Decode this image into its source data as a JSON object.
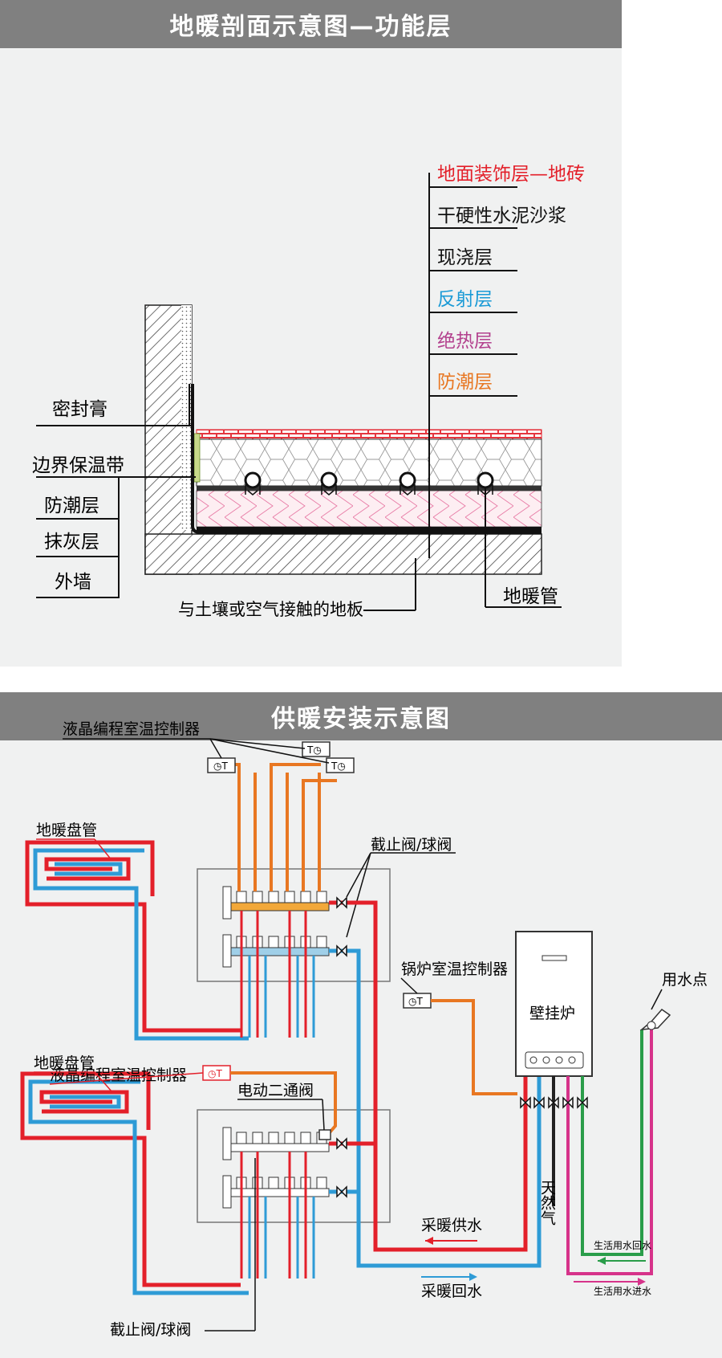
{
  "section1": {
    "title": "地暖剖面示意图—功能层",
    "right_layers": [
      {
        "label": "地面装饰层—地砖",
        "color": "#e3202a"
      },
      {
        "label": "干硬性水泥沙浆",
        "color": "#111111"
      },
      {
        "label": "现浇层",
        "color": "#111111"
      },
      {
        "label": "反射层",
        "color": "#1a9ad6"
      },
      {
        "label": "绝热层",
        "color": "#b3418e"
      },
      {
        "label": "防潮层",
        "color": "#e87722"
      }
    ],
    "left_layers": [
      {
        "label": "密封膏"
      },
      {
        "label": "边界保温带"
      },
      {
        "label": "防潮层"
      },
      {
        "label": "抹灰层"
      },
      {
        "label": "外墙"
      }
    ],
    "bottom_label": "与土壤或空气接触的地板",
    "pipe_label": "地暖管"
  },
  "section2": {
    "title": "供暖安装示意图",
    "labels": {
      "lcd_controller_1": "液晶编程室温控制器",
      "shutoff_valve_top": "截止阀/球阀",
      "floor_coil_1": "地暖盘管",
      "boiler_controller": "锅炉室温控制器",
      "water_point": "用水点",
      "boiler": "壁挂炉",
      "lcd_controller_2": "液晶编程室温控制器",
      "motor_valve": "电动二通阀",
      "floor_coil_2": "地暖盘管",
      "gas": "天然气",
      "heating_supply": "采暖供水",
      "heating_return": "采暖回水",
      "dhw_return": "生活用水回水",
      "dhw_supply": "生活用水进水",
      "shutoff_valve_bottom": "截止阀/球阀"
    },
    "colors": {
      "supply": "#e3202a",
      "return": "#2e9bd6",
      "gas": "#222222",
      "dhw_in": "#d6338a",
      "dhw_out": "#2a9d4a",
      "control": "#e87722"
    }
  }
}
